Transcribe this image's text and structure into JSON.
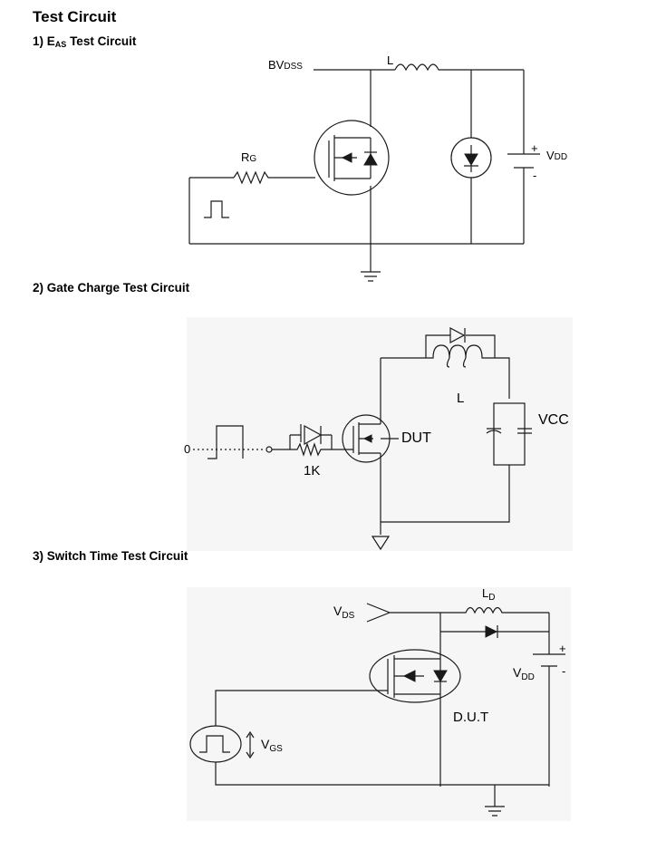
{
  "heading": "Test Circuit",
  "sections": [
    {
      "number": "1)",
      "title_main": "E",
      "title_sub": "AS",
      "title_rest": " Test Circuit"
    },
    {
      "number": "2)",
      "title_main": "Gate Charge Test Circuit"
    },
    {
      "number": "3)",
      "title_main": "Switch Time Test Circuit"
    }
  ],
  "circuit1": {
    "bvdss_main": "BV",
    "bvdss_sub": "DSS",
    "inductor": "L",
    "rg_main": "R",
    "rg_sub": "G",
    "vdd_main": "V",
    "vdd_sub": "DD",
    "plus": "+",
    "minus": "-"
  },
  "circuit2": {
    "zero": "0",
    "resistor": "1K",
    "dut": "DUT",
    "inductor": "L",
    "vcc": "VCC"
  },
  "circuit3": {
    "vds_main": "V",
    "vds_sub": "DS",
    "ld_main": "L",
    "ld_sub": "D",
    "vdd_main": "V",
    "vdd_sub": "DD",
    "plus": "+",
    "minus": "-",
    "dut": "D.U.T",
    "vgs_main": "V",
    "vgs_sub": "GS"
  }
}
